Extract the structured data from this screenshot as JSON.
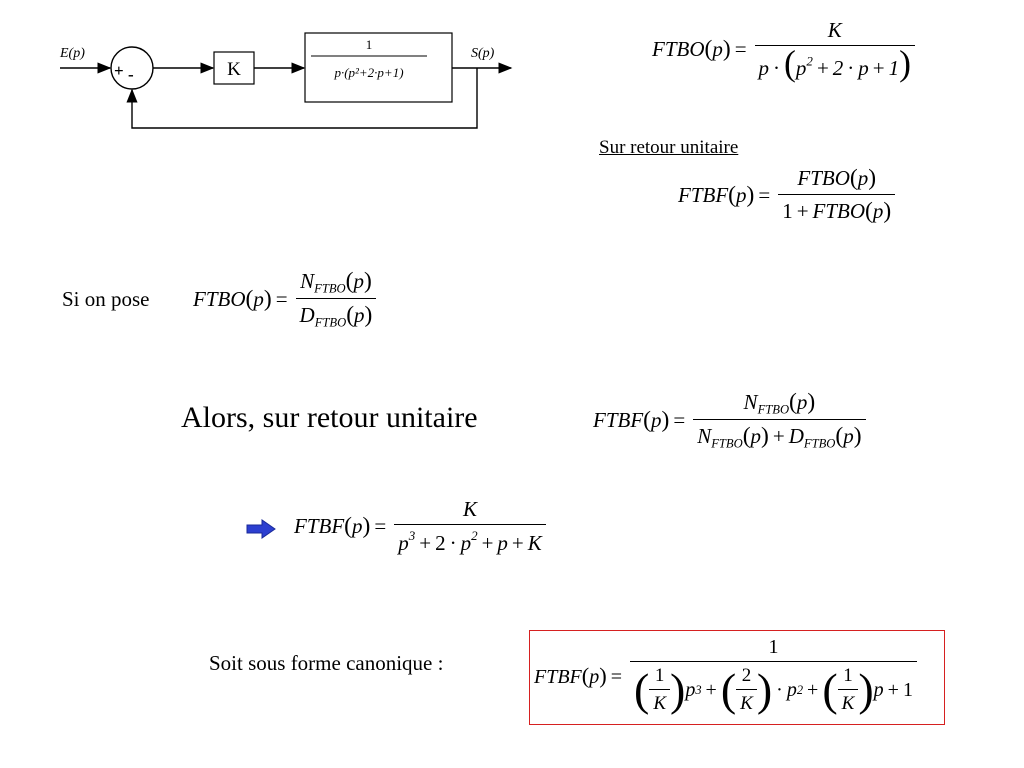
{
  "diagram": {
    "input": "E(p)",
    "output": "S(p)",
    "sum_plus": "+",
    "sum_minus": "-",
    "gain": "K",
    "plant_num": "1",
    "plant_den": "p·(p²+2·p+1)"
  },
  "symbols": {
    "ftbo": "FTBO",
    "ftbf": "FTBF",
    "p": "p",
    "K": "K",
    "one": "1",
    "two": "2",
    "N": "N",
    "D": "D",
    "sub_ftbo": "FTBO"
  },
  "texts": {
    "sur_retour": "Sur retour unitaire",
    "si_on_pose": "Si on pose",
    "alors": "Alors, sur retour unitaire",
    "soit": "Soit sous forme canonique :"
  },
  "icons": {
    "implication": "arrow-right-icon"
  },
  "colors": {
    "arrow_fill": "#2c3fd0",
    "highlight_border": "#d62020"
  }
}
